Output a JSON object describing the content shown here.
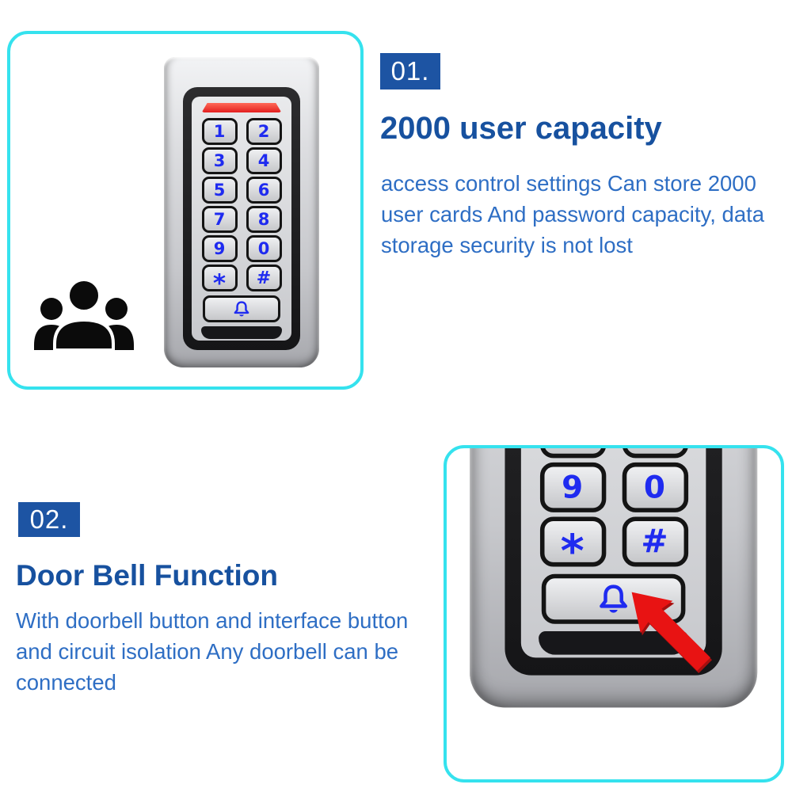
{
  "palette": {
    "panel_border_cyan": "#35e2ee",
    "badge_blue": "#1d54a3",
    "heading_blue": "#17519f",
    "body_text_blue": "#2e6ec4",
    "key_glyph_blue": "#1f2bf0",
    "led_strip_red": "#e21f1f",
    "arrow_red": "#e81313",
    "device_silver": "#c7c8cc",
    "bezel_black": "#1c1c1e"
  },
  "sections": [
    {
      "badge": "01.",
      "title": "2000 user capacity",
      "body_lines": [
        "access control settings Can store 2000",
        "user cards And password capacity, data",
        "storage security is not lost"
      ]
    },
    {
      "badge": "02.",
      "title": "Door Bell Function",
      "body_lines": [
        "With doorbell button and interface button",
        "and circuit isolation Any doorbell can be",
        "connected"
      ]
    }
  ],
  "keypad": {
    "keys": [
      "1",
      "2",
      "3",
      "4",
      "5",
      "6",
      "7",
      "8",
      "9",
      "0",
      "*",
      "#"
    ]
  },
  "icons": {
    "people": "people-icon",
    "doorbell": "bell-icon",
    "callout": "red-arrow-icon"
  }
}
